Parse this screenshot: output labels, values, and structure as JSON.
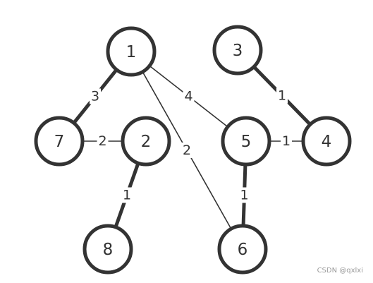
{
  "graph": {
    "nodes": [
      {
        "id": "1",
        "label": "1"
      },
      {
        "id": "3",
        "label": "3"
      },
      {
        "id": "7",
        "label": "7"
      },
      {
        "id": "2",
        "label": "2"
      },
      {
        "id": "5",
        "label": "5"
      },
      {
        "id": "4",
        "label": "4"
      },
      {
        "id": "8",
        "label": "8"
      },
      {
        "id": "6",
        "label": "6"
      }
    ],
    "edges": [
      {
        "from": "1",
        "to": "7",
        "weight": "3"
      },
      {
        "from": "1",
        "to": "5",
        "weight": "4"
      },
      {
        "from": "1",
        "to": "6",
        "weight": "2"
      },
      {
        "from": "3",
        "to": "4",
        "weight": "1"
      },
      {
        "from": "7",
        "to": "2",
        "weight": "2"
      },
      {
        "from": "5",
        "to": "4",
        "weight": "1"
      },
      {
        "from": "2",
        "to": "8",
        "weight": "1"
      },
      {
        "from": "5",
        "to": "6",
        "weight": "1"
      }
    ]
  },
  "watermark": "CSDN @qxlxi",
  "colors": {
    "stroke": "#333333",
    "background": "#ffffff",
    "watermark": "#9a9a9a"
  }
}
